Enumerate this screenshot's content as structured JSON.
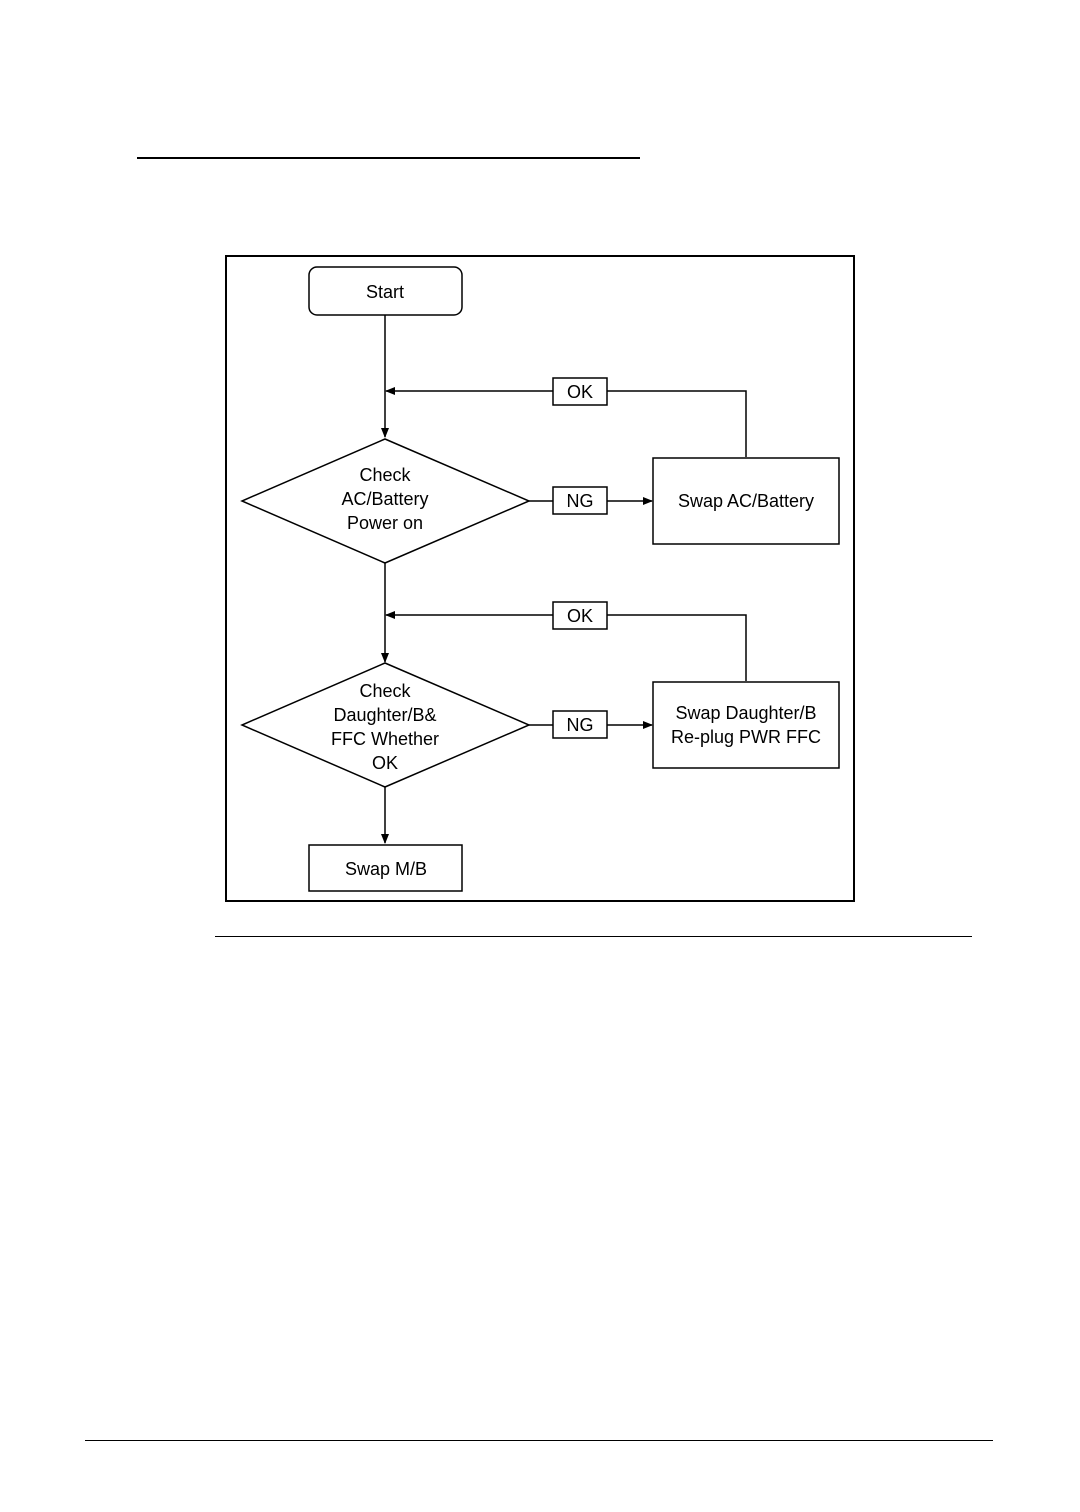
{
  "flowchart": {
    "start": "Start",
    "decision1": [
      "Check",
      "AC/Battery",
      "Power on"
    ],
    "swap1": "Swap AC/Battery",
    "decision2": [
      "Check",
      "Daughter/B&",
      "FFC Whether",
      "OK"
    ],
    "swap2": [
      "Swap Daughter/B",
      "Re-plug PWR FFC"
    ],
    "end": "Swap M/B",
    "ok_label": "OK",
    "ng_label": "NG"
  }
}
